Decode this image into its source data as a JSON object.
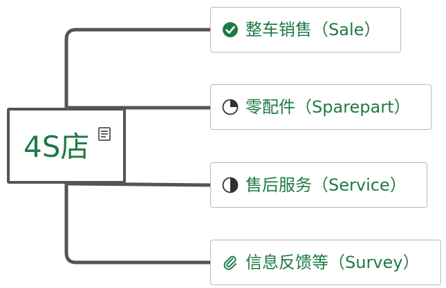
{
  "root": {
    "label": "4S店",
    "icon": "note-icon"
  },
  "branches": [
    {
      "label": "整车销售（Sale）",
      "icon": "check-circle-icon"
    },
    {
      "label": "零配件（Sparepart）",
      "icon": "pie-quarter-icon"
    },
    {
      "label": "售后服务（Service）",
      "icon": "pie-half-icon"
    },
    {
      "label": "信息反馈等（Survey）",
      "icon": "paperclip-icon"
    }
  ],
  "colors": {
    "text": "#1e7a45",
    "connector": "#545454",
    "border": "#b8b8b8"
  }
}
